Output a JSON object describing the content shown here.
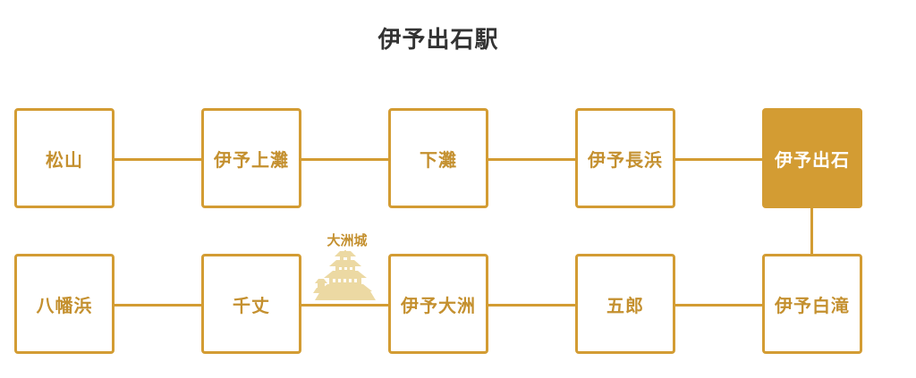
{
  "title": "伊予出石駅",
  "stations_row1": [
    "松山",
    "伊予上灘",
    "下灘",
    "伊予長浜",
    "伊予出石"
  ],
  "stations_row2": [
    "八幡浜",
    "千丈",
    "伊予大洲",
    "五郎",
    "伊予白滝"
  ],
  "current_station": "伊予出石",
  "landmark": {
    "label": "大洲城",
    "icon": "castle-icon"
  },
  "colors": {
    "accent": "#d39c33",
    "text_gold": "#c4902f",
    "title": "#333333",
    "castle": "#ecd9a3"
  }
}
